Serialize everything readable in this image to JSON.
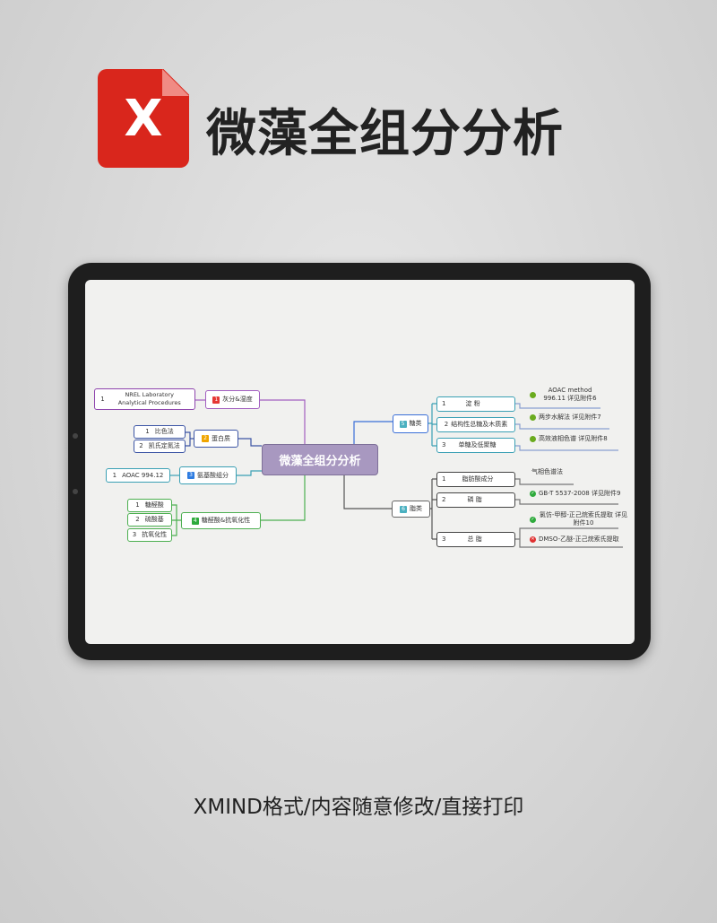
{
  "header": {
    "logo_letter": "X",
    "title": "微藻全组分分析"
  },
  "mindmap": {
    "root": "微藻全组分分析",
    "left": [
      {
        "label": "灰分&湿度",
        "badge": "1",
        "color": "#a25fc0",
        "children": [
          {
            "num": "1",
            "label": "NREL Laboratory Analytical Procedures"
          }
        ]
      },
      {
        "label": "蛋白质",
        "badge": "2",
        "color": "#3c55a5",
        "children": [
          {
            "num": "1",
            "label": "比色法"
          },
          {
            "num": "2",
            "label": "凯氏定氮法"
          }
        ]
      },
      {
        "label": "氨基酸组分",
        "badge": "3",
        "color": "#3aa0b4",
        "children": [
          {
            "num": "1",
            "label": "AOAC 994.12"
          }
        ]
      },
      {
        "label": "糖醛酸&抗氧化性",
        "badge": "4",
        "color": "#4caf50",
        "children": [
          {
            "num": "1",
            "label": "糖醛酸"
          },
          {
            "num": "2",
            "label": "硫酸基"
          },
          {
            "num": "3",
            "label": "抗氧化性"
          }
        ]
      }
    ],
    "right": [
      {
        "label": "糖类",
        "badge": "5",
        "color": "#3a6fd8",
        "children": [
          {
            "num": "1",
            "label": "淀 粉",
            "note": "AOAC method 996.11  详见附件6",
            "status": "ok"
          },
          {
            "num": "2",
            "label": "结构性总糖及木质素",
            "note": "两步水解法  详见附件7",
            "status": "ok"
          },
          {
            "num": "3",
            "label": "单糖及低聚糖",
            "note": "高效液相色谱  详见附件8",
            "status": "ok"
          }
        ]
      },
      {
        "label": "脂类",
        "badge": "6",
        "color": "#555555",
        "children": [
          {
            "num": "1",
            "label": "脂肪酸成分",
            "note": "气相色谱法"
          },
          {
            "num": "2",
            "label": "磷 脂",
            "note": "GB-T 5537-2008  详见附件9",
            "status": "ok"
          },
          {
            "num": "3",
            "label": "总 脂",
            "notes": [
              {
                "text": "氯仿-甲醇-正己烷索氏提取 详见附件10",
                "status": "ok"
              },
              {
                "text": "DMSO-乙醚-正己烷索氏提取",
                "status": "fail"
              }
            ]
          }
        ]
      }
    ]
  },
  "colors": {
    "brand_red": "#d9261c",
    "ok": "#3cb043",
    "fail": "#e03030",
    "root": "#a898c0"
  },
  "footer": {
    "caption": "XMIND格式/内容随意修改/直接打印"
  }
}
